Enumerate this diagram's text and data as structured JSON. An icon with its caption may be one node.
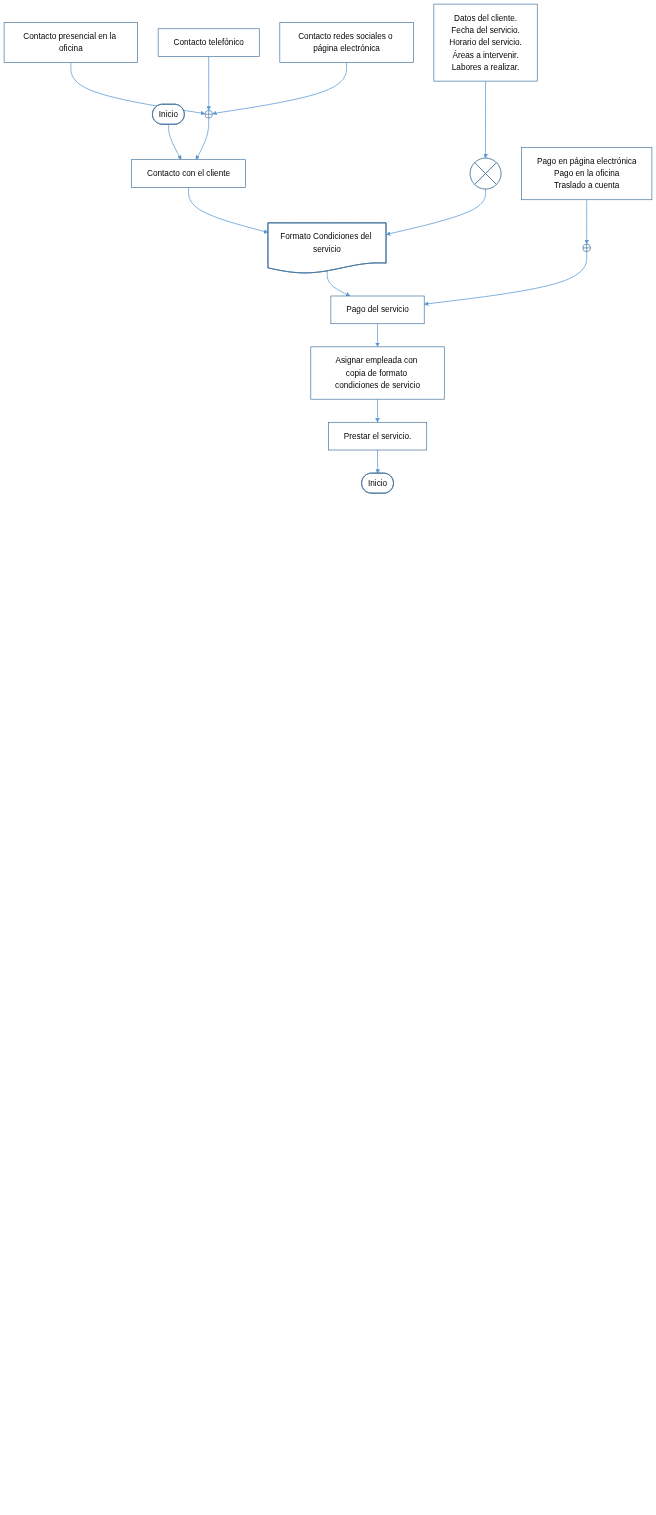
{
  "diagram": {
    "nodes": [
      {
        "text": [
          "Inicio"
        ]
      },
      {
        "text": [
          "Contacto presencial en la oficina"
        ]
      },
      {
        "text": [
          "Contacto con el cliente"
        ]
      },
      {
        "text": [],
        "shape": "circle"
      },
      {
        "text": [
          "Contacto telefónico"
        ]
      },
      {
        "text": [
          "Contacto redes sociales o página electrónica"
        ]
      },
      {
        "text": [
          "Formato Condiciones del servicio"
        ]
      },
      {
        "text": [],
        "shape": "circle"
      },
      {
        "text": [
          "Datos del cliente.",
          "Fecha del servicio.",
          "Horario del servicio.",
          "Áreas a intervenir.",
          "Labores a realizar."
        ]
      },
      {
        "text": [
          "Pago del servicio"
        ]
      },
      {
        "text": [],
        "shape": "circle"
      },
      {
        "text": [
          "Pago en página electrónica",
          "Pago en la oficina",
          "Traslado a cuenta"
        ]
      },
      {
        "text": [
          "Asignar empleada con copia de formato condiciones de servicio"
        ]
      },
      {
        "text": [
          "Prestar el servicio."
        ]
      },
      {
        "text": [
          "Inicio"
        ]
      }
    ],
    "edges": [
      {
        "from": 0,
        "to": 2,
        "arrow": "to"
      },
      {
        "from": 1,
        "to": 3,
        "arrow": "to"
      },
      {
        "from": 4,
        "to": 3,
        "arrow": "to"
      },
      {
        "from": 5,
        "to": 3,
        "arrow": "to"
      },
      {
        "from": 3,
        "to": 2,
        "arrow": "to"
      },
      {
        "from": 2,
        "to": 6,
        "arrow": "to"
      },
      {
        "from": 8,
        "to": 7,
        "arrow": "to"
      },
      {
        "from": 7,
        "to": 6,
        "arrow": "to"
      },
      {
        "from": 6,
        "to": 9,
        "arrow": "to"
      },
      {
        "from": 11,
        "to": 10,
        "arrow": "to"
      },
      {
        "from": 10,
        "to": 9,
        "arrow": "to"
      },
      {
        "from": 9,
        "to": 12,
        "arrow": "to"
      },
      {
        "from": 12,
        "to": 13,
        "arrow": "to"
      },
      {
        "from": 13,
        "to": 14,
        "arrow": "to"
      }
    ]
  }
}
